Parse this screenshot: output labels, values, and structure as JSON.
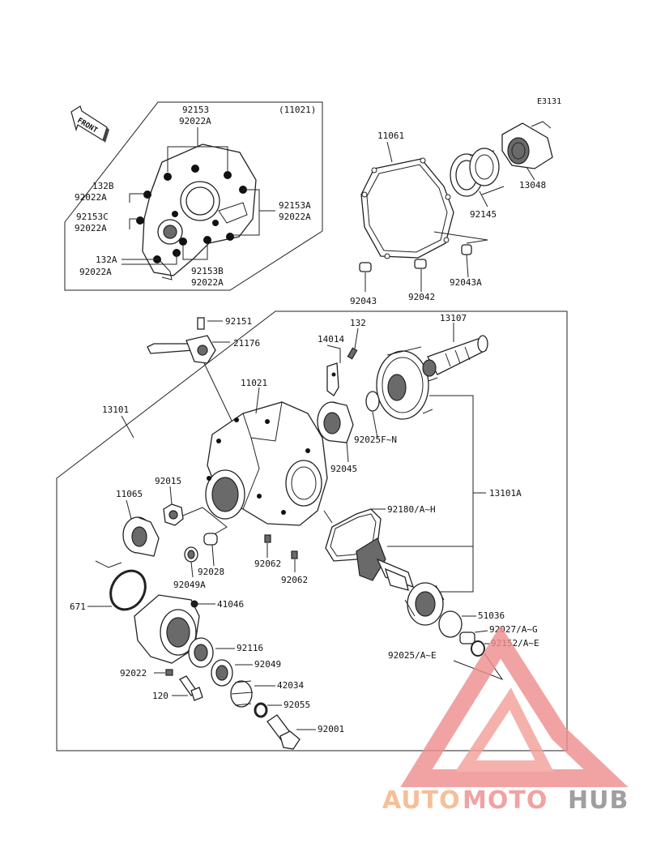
{
  "diagram": {
    "code": "E3131",
    "front_label": "FRONT",
    "inset_ref": "(11021)",
    "labels": {
      "l92153": "92153",
      "l92022A_1": "92022A",
      "l132B": "132B",
      "l92022A_2": "92022A",
      "l92153C": "92153C",
      "l92022A_3": "92022A",
      "l132A": "132A",
      "l92022A_4": "92022A",
      "l92153B": "92153B",
      "l92022A_5": "92022A",
      "l92153A": "92153A",
      "l92022A_6": "92022A",
      "l11061": "11061",
      "l13048": "13048",
      "l92145": "92145",
      "l92043": "92043",
      "l92042": "92042",
      "l92043A": "92043A",
      "l92151": "92151",
      "l21176": "21176",
      "l14014": "14014",
      "l132": "132",
      "l13107": "13107",
      "l11021": "11021",
      "l13101": "13101",
      "l92025FN": "92025F~N",
      "l92045": "92045",
      "l13101A": "13101A",
      "l11065": "11065",
      "l92015": "92015",
      "l92180": "92180/A~H",
      "l92028": "92028",
      "l92049A": "92049A",
      "l92062_1": "92062",
      "l92062_2": "92062",
      "l671": "671",
      "l41046": "41046",
      "l51036": "51036",
      "l92027": "92027/A~G",
      "l92152": "92152/A~E",
      "l92116": "92116",
      "l92025AE": "92025/A~E",
      "l92049": "92049",
      "l92022": "92022",
      "l42034": "42034",
      "l120": "120",
      "l92055": "92055",
      "l92001": "92001"
    }
  },
  "watermark": {
    "part1": "AUTO",
    "part2": "MOTO",
    "part3": "HUB",
    "color1": "#f5b183",
    "color2": "#ef8e8e",
    "color3": "#8a8a8a"
  }
}
